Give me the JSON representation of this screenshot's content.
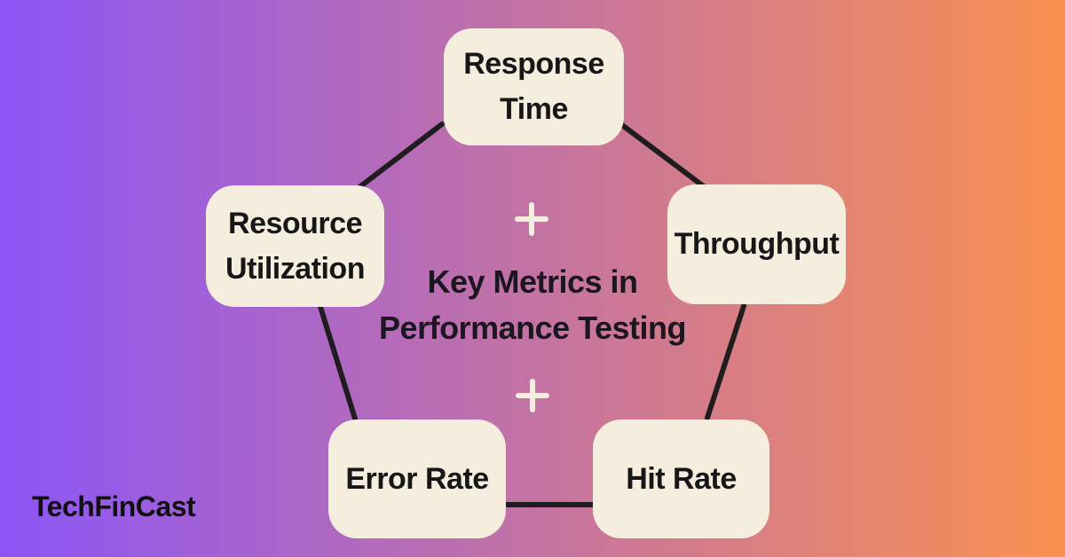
{
  "brand": {
    "name": "TechFinCast"
  },
  "diagram": {
    "title_line1": "Key Metrics in",
    "title_line2": "Performance Testing",
    "nodes": [
      {
        "id": "response-time",
        "label": "Response Time"
      },
      {
        "id": "resource-utilization",
        "label": "Resource Utilization"
      },
      {
        "id": "throughput",
        "label": "Throughput"
      },
      {
        "id": "error-rate",
        "label": "Error Rate"
      },
      {
        "id": "hit-rate",
        "label": "Hit Rate"
      }
    ],
    "edges": [
      {
        "from": "response-time",
        "to": "resource-utilization"
      },
      {
        "from": "response-time",
        "to": "throughput"
      },
      {
        "from": "resource-utilization",
        "to": "error-rate"
      },
      {
        "from": "throughput",
        "to": "hit-rate"
      },
      {
        "from": "error-rate",
        "to": "hit-rate"
      }
    ],
    "icons": [
      "plus-icon",
      "plus-icon"
    ]
  },
  "colors": {
    "background_gradient_left": "#8C55F6",
    "background_gradient_right": "#FA9150",
    "node_fill": "#F5EEDF",
    "node_text": "#171717",
    "connector_line": "#201D20",
    "plus_icon": "#F5EEDF",
    "title_text": "#1B1620",
    "brand_text": "#111111"
  }
}
